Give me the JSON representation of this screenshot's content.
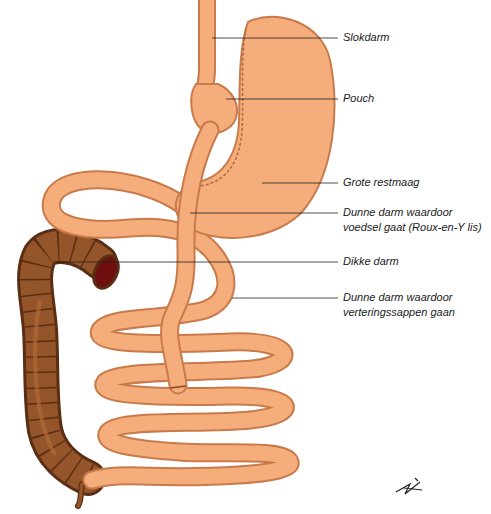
{
  "diagram": {
    "labels": [
      "Slokdarm",
      "Pouch",
      "Grote restmaag",
      "Dunne darm waardoor voedsel gaat (Roux-en-Y lis)",
      "Dikke darm",
      "Dunne darm waardoor verteringssappen gaan"
    ]
  }
}
